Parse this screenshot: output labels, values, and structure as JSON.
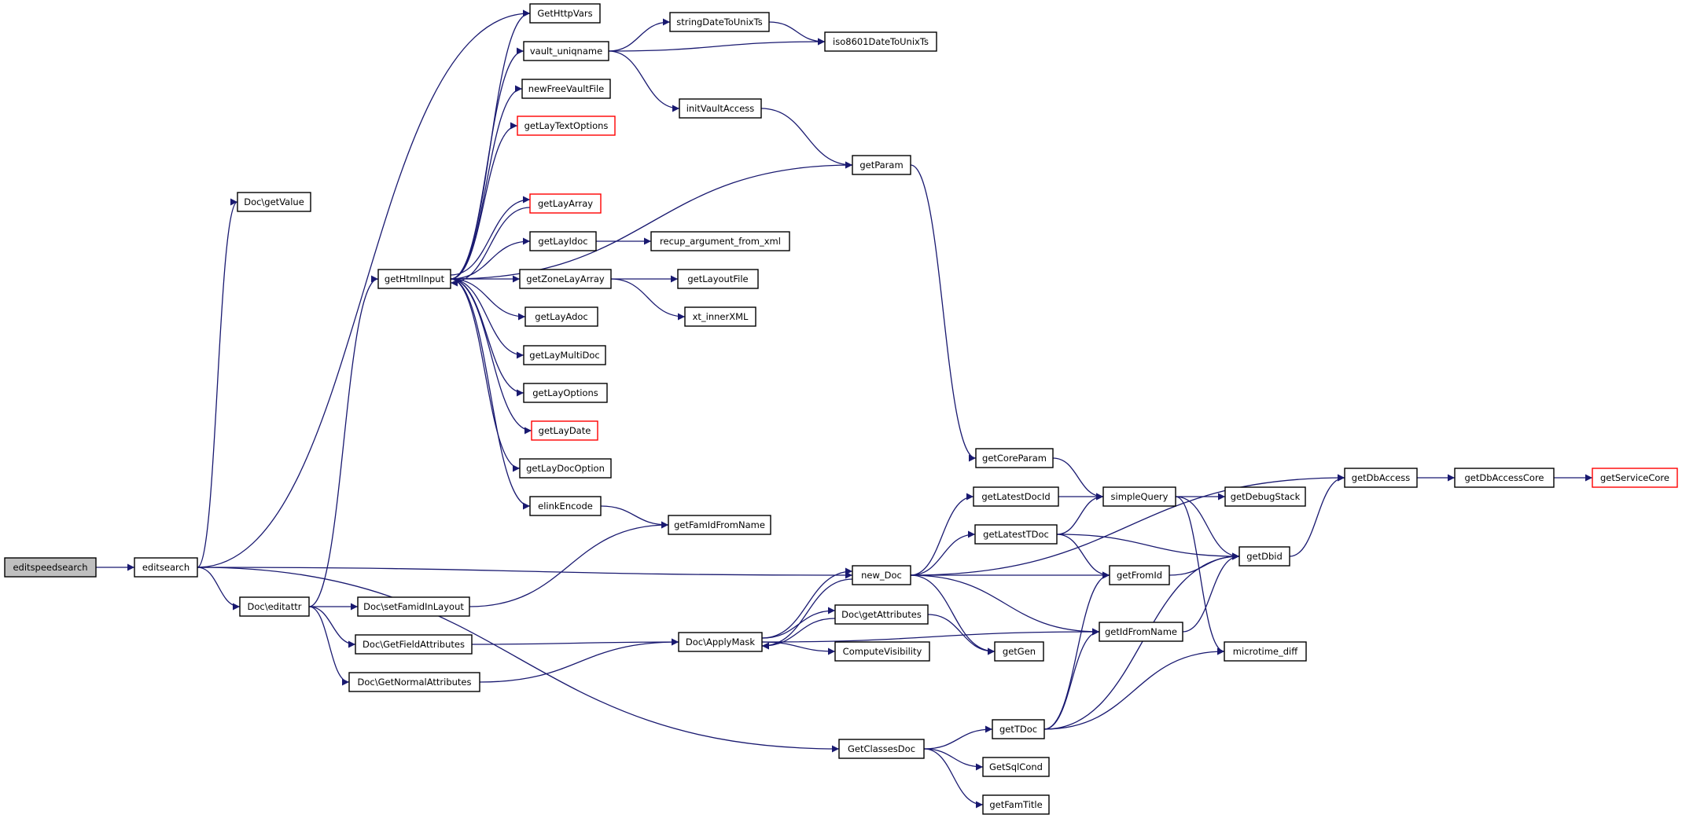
{
  "graph": {
    "colors": {
      "edge": "#191970",
      "node_border": "#000000",
      "truncated_border": "#ff0000",
      "root_fill": "#bfbfbf",
      "node_fill": "#ffffff"
    },
    "nodes": [
      {
        "id": "editspeedsearch",
        "label": "editspeedsearch",
        "kind": "root"
      },
      {
        "id": "editsearch",
        "label": "editsearch",
        "kind": "normal"
      },
      {
        "id": "doc_getvalue",
        "label": "Doc\\getValue",
        "kind": "normal"
      },
      {
        "id": "gethttpvars",
        "label": "GetHttpVars",
        "kind": "normal"
      },
      {
        "id": "vault_uniqname",
        "label": "vault_uniqname",
        "kind": "normal"
      },
      {
        "id": "stringdatetounixts",
        "label": "stringDateToUnixTs",
        "kind": "normal"
      },
      {
        "id": "iso8601datetounixts",
        "label": "iso8601DateToUnixTs",
        "kind": "normal"
      },
      {
        "id": "newfreevaultfile",
        "label": "newFreeVaultFile",
        "kind": "normal"
      },
      {
        "id": "initvaultaccess",
        "label": "initVaultAccess",
        "kind": "normal"
      },
      {
        "id": "getlaytextoptions",
        "label": "getLayTextOptions",
        "kind": "truncated"
      },
      {
        "id": "getparam",
        "label": "getParam",
        "kind": "normal"
      },
      {
        "id": "gethtmlinput",
        "label": "getHtmlInput",
        "kind": "normal"
      },
      {
        "id": "getlayarray",
        "label": "getLayArray",
        "kind": "truncated"
      },
      {
        "id": "getlayidoc",
        "label": "getLayIdoc",
        "kind": "normal"
      },
      {
        "id": "recup_argument_from_xml",
        "label": "recup_argument_from_xml",
        "kind": "normal"
      },
      {
        "id": "getzonelayarray",
        "label": "getZoneLayArray",
        "kind": "normal"
      },
      {
        "id": "getlayoutfile",
        "label": "getLayoutFile",
        "kind": "normal"
      },
      {
        "id": "xt_innerxml",
        "label": "xt_innerXML",
        "kind": "normal"
      },
      {
        "id": "getlayadoc",
        "label": "getLayAdoc",
        "kind": "normal"
      },
      {
        "id": "getlaymultidoc",
        "label": "getLayMultiDoc",
        "kind": "normal"
      },
      {
        "id": "getlayoptions",
        "label": "getLayOptions",
        "kind": "normal"
      },
      {
        "id": "getlaydate",
        "label": "getLayDate",
        "kind": "truncated"
      },
      {
        "id": "getlaydocoption",
        "label": "getLayDocOption",
        "kind": "normal"
      },
      {
        "id": "elinkencode",
        "label": "elinkEncode",
        "kind": "normal"
      },
      {
        "id": "getfamidfromname",
        "label": "getFamIdFromName",
        "kind": "normal"
      },
      {
        "id": "getcoreparam",
        "label": "getCoreParam",
        "kind": "normal"
      },
      {
        "id": "simplequery",
        "label": "simpleQuery",
        "kind": "normal"
      },
      {
        "id": "getdebugstack",
        "label": "getDebugStack",
        "kind": "normal"
      },
      {
        "id": "getlatestdocid",
        "label": "getLatestDocId",
        "kind": "normal"
      },
      {
        "id": "getlatesttdoc",
        "label": "getLatestTDoc",
        "kind": "normal"
      },
      {
        "id": "getdbaccess",
        "label": "getDbAccess",
        "kind": "normal"
      },
      {
        "id": "getdbaccesscore",
        "label": "getDbAccessCore",
        "kind": "normal"
      },
      {
        "id": "getservicecore",
        "label": "getServiceCore",
        "kind": "truncated"
      },
      {
        "id": "getdbid",
        "label": "getDbid",
        "kind": "normal"
      },
      {
        "id": "new_doc",
        "label": "new_Doc",
        "kind": "normal"
      },
      {
        "id": "getfromid",
        "label": "getFromId",
        "kind": "normal"
      },
      {
        "id": "doc_editattr",
        "label": "Doc\\editattr",
        "kind": "normal"
      },
      {
        "id": "doc_setfamidinlayout",
        "label": "Doc\\setFamidInLayout",
        "kind": "normal"
      },
      {
        "id": "doc_getattributes",
        "label": "Doc\\getAttributes",
        "kind": "normal"
      },
      {
        "id": "doc_getfieldattributes",
        "label": "Doc\\GetFieldAttributes",
        "kind": "normal"
      },
      {
        "id": "doc_applymask",
        "label": "Doc\\ApplyMask",
        "kind": "normal"
      },
      {
        "id": "computevisibility",
        "label": "ComputeVisibility",
        "kind": "normal"
      },
      {
        "id": "getgen",
        "label": "getGen",
        "kind": "normal"
      },
      {
        "id": "getidfromname",
        "label": "getIdFromName",
        "kind": "normal"
      },
      {
        "id": "doc_getnormalattributes",
        "label": "Doc\\GetNormalAttributes",
        "kind": "normal"
      },
      {
        "id": "microtime_diff",
        "label": "microtime_diff",
        "kind": "normal"
      },
      {
        "id": "gettdoc",
        "label": "getTDoc",
        "kind": "normal"
      },
      {
        "id": "getclassesdoc",
        "label": "GetClassesDoc",
        "kind": "normal"
      },
      {
        "id": "getsqlcond",
        "label": "GetSqlCond",
        "kind": "normal"
      },
      {
        "id": "getfamtitle",
        "label": "getFamTitle",
        "kind": "normal"
      }
    ],
    "edges": [
      [
        "editspeedsearch",
        "editsearch"
      ],
      [
        "editsearch",
        "doc_getvalue"
      ],
      [
        "editsearch",
        "gethttpvars"
      ],
      [
        "editsearch",
        "new_doc"
      ],
      [
        "editsearch",
        "doc_editattr"
      ],
      [
        "editsearch",
        "getclassesdoc"
      ],
      [
        "vault_uniqname",
        "stringdatetounixts"
      ],
      [
        "vault_uniqname",
        "iso8601datetounixts"
      ],
      [
        "vault_uniqname",
        "initvaultaccess"
      ],
      [
        "stringdatetounixts",
        "iso8601datetounixts"
      ],
      [
        "initvaultaccess",
        "getparam"
      ],
      [
        "getparam",
        "getcoreparam"
      ],
      [
        "gethtmlinput",
        "gethttpvars"
      ],
      [
        "gethtmlinput",
        "vault_uniqname"
      ],
      [
        "gethtmlinput",
        "newfreevaultfile"
      ],
      [
        "gethtmlinput",
        "getlaytextoptions"
      ],
      [
        "gethtmlinput",
        "getparam"
      ],
      [
        "gethtmlinput",
        "getlayarray"
      ],
      [
        "gethtmlinput",
        "getlayidoc"
      ],
      [
        "gethtmlinput",
        "getzonelayarray"
      ],
      [
        "gethtmlinput",
        "getlayadoc"
      ],
      [
        "gethtmlinput",
        "getlaymultidoc"
      ],
      [
        "gethtmlinput",
        "getlayoptions"
      ],
      [
        "gethtmlinput",
        "getlaydate"
      ],
      [
        "gethtmlinput",
        "getlaydocoption"
      ],
      [
        "gethtmlinput",
        "elinkencode"
      ],
      [
        "getlayarray",
        "gethtmlinput"
      ],
      [
        "getlayidoc",
        "recup_argument_from_xml"
      ],
      [
        "getzonelayarray",
        "getlayoutfile"
      ],
      [
        "getzonelayarray",
        "xt_innerxml"
      ],
      [
        "elinkencode",
        "getfamidfromname"
      ],
      [
        "getcoreparam",
        "simplequery"
      ],
      [
        "getlatestdocid",
        "simplequery"
      ],
      [
        "getlatesttdoc",
        "simplequery"
      ],
      [
        "getlatesttdoc",
        "getdbid"
      ],
      [
        "getlatesttdoc",
        "getfromid"
      ],
      [
        "simplequery",
        "getdebugstack"
      ],
      [
        "simplequery",
        "getdbid"
      ],
      [
        "simplequery",
        "microtime_diff"
      ],
      [
        "getdbid",
        "getdbaccess"
      ],
      [
        "getdbaccess",
        "getdbaccesscore"
      ],
      [
        "getdbaccesscore",
        "getservicecore"
      ],
      [
        "new_doc",
        "getdbaccess"
      ],
      [
        "new_doc",
        "getlatestdocid"
      ],
      [
        "new_doc",
        "getlatesttdoc"
      ],
      [
        "new_doc",
        "getfromid"
      ],
      [
        "new_doc",
        "getidfromname"
      ],
      [
        "new_doc",
        "getgen"
      ],
      [
        "new_doc",
        "doc_applymask"
      ],
      [
        "getfromid",
        "getdbid"
      ],
      [
        "getidfromname",
        "getdbid"
      ],
      [
        "doc_editattr",
        "gethtmlinput"
      ],
      [
        "doc_editattr",
        "doc_setfamidinlayout"
      ],
      [
        "doc_editattr",
        "doc_getfieldattributes"
      ],
      [
        "doc_editattr",
        "doc_getnormalattributes"
      ],
      [
        "doc_setfamidinlayout",
        "getfamidfromname"
      ],
      [
        "doc_getfieldattributes",
        "doc_applymask"
      ],
      [
        "doc_getnormalattributes",
        "doc_applymask"
      ],
      [
        "doc_applymask",
        "new_doc"
      ],
      [
        "doc_applymask",
        "doc_getattributes"
      ],
      [
        "doc_applymask",
        "computevisibility"
      ],
      [
        "doc_applymask",
        "getidfromname"
      ],
      [
        "doc_getattributes",
        "doc_applymask"
      ],
      [
        "doc_getattributes",
        "getgen"
      ],
      [
        "getclassesdoc",
        "gettdoc"
      ],
      [
        "getclassesdoc",
        "getsqlcond"
      ],
      [
        "getclassesdoc",
        "getfamtitle"
      ],
      [
        "gettdoc",
        "getfromid"
      ],
      [
        "gettdoc",
        "getidfromname"
      ],
      [
        "gettdoc",
        "getdbid"
      ],
      [
        "gettdoc",
        "microtime_diff"
      ]
    ]
  }
}
